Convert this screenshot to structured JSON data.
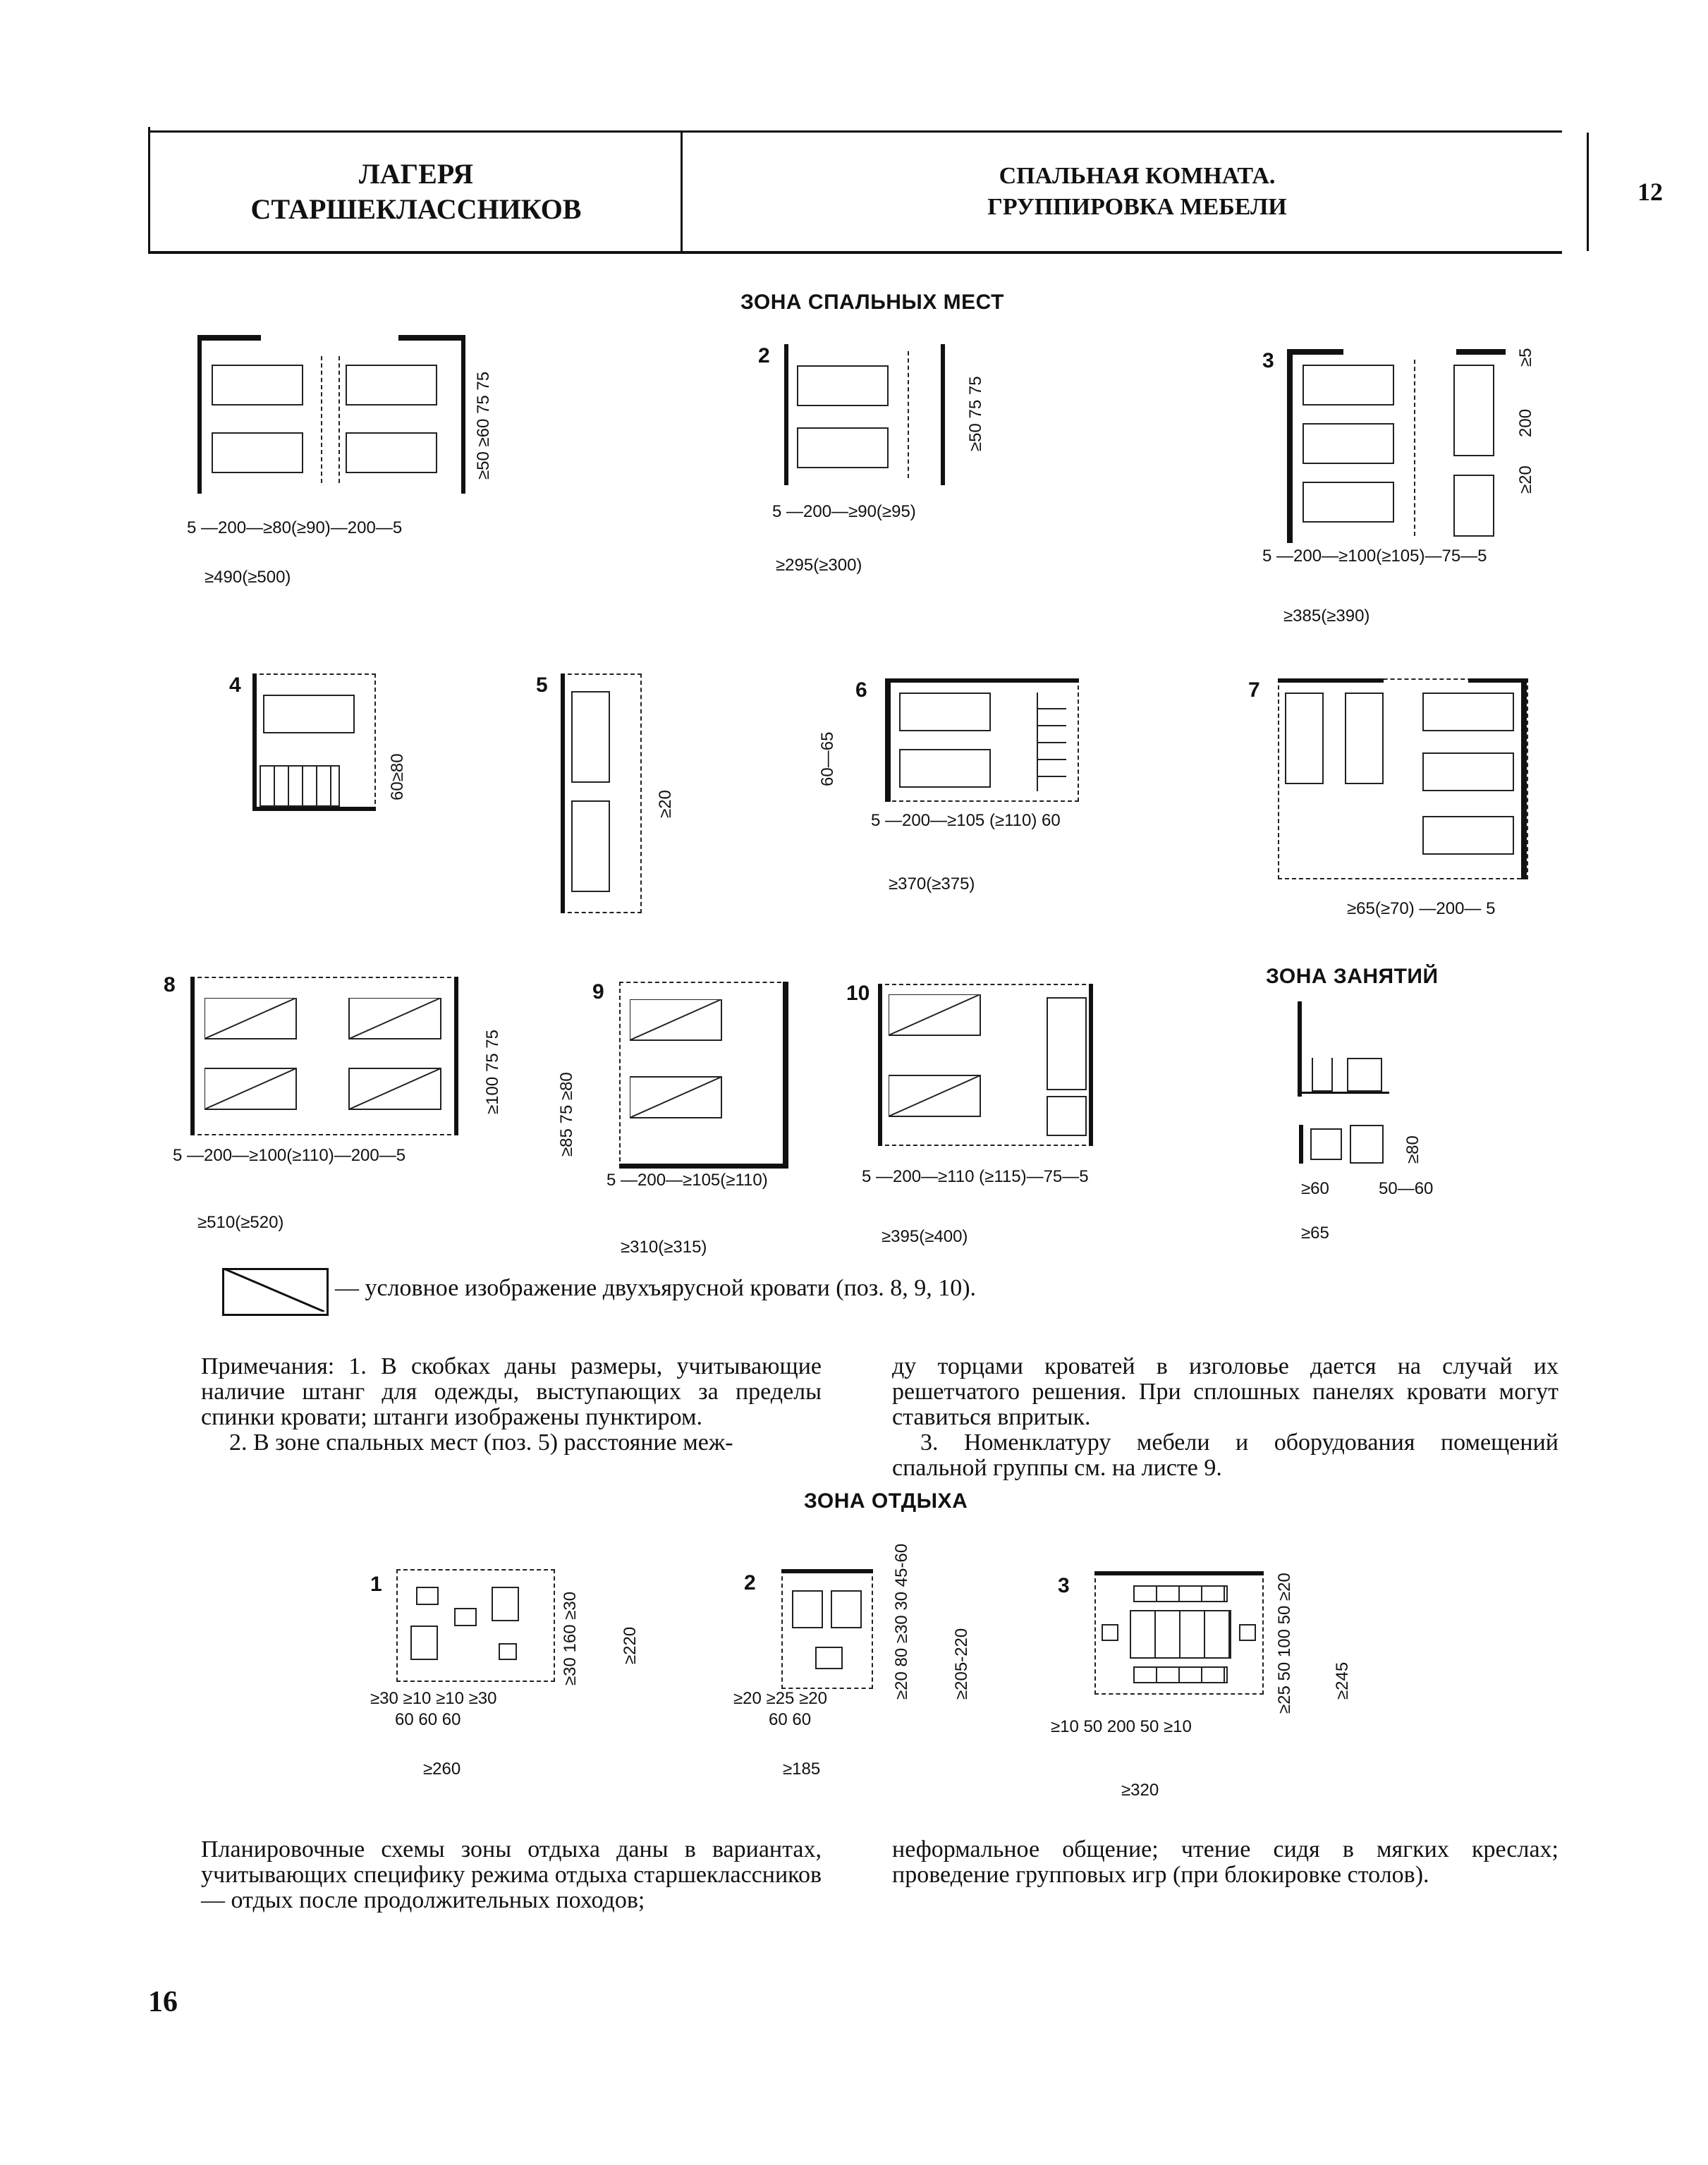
{
  "header": {
    "left_line1": "ЛАГЕРЯ",
    "left_line2": "СТАРШЕКЛАССНИКОВ",
    "mid_line1": "СПАЛЬНАЯ КОМНАТА.",
    "mid_line2": "ГРУППИРОВКА МЕБЕЛИ",
    "sheet_no": "12"
  },
  "sections": {
    "sleep": "ЗОНА СПАЛЬНЫХ МЕСТ",
    "study": "ЗОНА ЗАНЯТИЙ",
    "rest": "ЗОНА ОТДЫХА"
  },
  "fig_numbers": [
    "2",
    "3",
    "4",
    "5",
    "6",
    "7",
    "8",
    "9",
    "10",
    "1",
    "2",
    "3"
  ],
  "dims": {
    "f1_w": "5 —200—≥80(≥90)—200—5",
    "f1_tot": "≥490(≥500)",
    "f1_v": "≥50 ≥60 75 75",
    "f2_w": "5 —200—≥90(≥95)",
    "f2_tot": "≥295(≥300)",
    "f2_v": "≥50 75 75",
    "f3_w": "5 —200—≥100(≥105)—75—5",
    "f3_tot": "≥385(≥390)",
    "f3_v1": "≥5",
    "f3_v2": "200",
    "f3_v3": "≥20",
    "f4_v": "60≥80",
    "f5_v": "≥20",
    "f6_v": "60—65",
    "f6_w": "5 —200—≥105 (≥110) 60",
    "f6_tot": "≥370(≥375)",
    "f7_w": "≥65(≥70) —200— 5",
    "f8_w": "5 —200—≥100(≥110)—200—5",
    "f8_tot": "≥510(≥520)",
    "f8_v": "≥100 75 75",
    "f9_w": "5 —200—≥105(≥110)",
    "f9_tot": "≥310(≥315)",
    "f9_v": "≥85 75 ≥80",
    "f10_w": "5 —200—≥110 (≥115)—75—5",
    "f10_tot": "≥395(≥400)",
    "study_v": "≥80",
    "study_w1": "≥60",
    "study_w2": "50—60",
    "study_w3": "≥65",
    "r1_w": "≥30 ≥10 ≥10 ≥30",
    "r1_w2": "60 60 60",
    "r1_tot": "≥260",
    "r1_v": "≥30 160 ≥30",
    "r1_vtot": "≥220",
    "r2_w": "≥20 ≥25 ≥20",
    "r2_w2": "60 60",
    "r2_tot": "≥185",
    "r2_v": "≥20 80 ≥30 30 45-60",
    "r2_vtot": "≥205-220",
    "r3_w": "≥10 50 200 50 ≥10",
    "r3_tot": "≥320",
    "r3_v": "≥25 50 100 50 ≥20",
    "r3_vtot": "≥245"
  },
  "legend": "— условное изображение двухъярусной кровати (поз. 8, 9, 10).",
  "notes": {
    "col1": "Примечания: 1. В скобках даны размеры, учитывающие наличие штанг для одежды, выступающих за пределы спинки кровати; штанги изображены пунктиром.",
    "col1b": "2. В зоне спальных мест (поз. 5) расстояние меж-",
    "col2": "ду торцами кроватей в изголовье дается на случай их решетчатого решения. При сплошных панелях кровати могут ставиться впритык.",
    "col2b": "3. Номенклатуру мебели и оборудования помещений спальной группы см. на листе 9."
  },
  "bottom": {
    "col1": "Планировочные схемы зоны отдыха даны в вариантах, учитывающих специфику режима отдыха старшеклассников — отдых после продолжительных походов;",
    "col2": "неформальное общение; чтение сидя в мягких креслах; проведение групповых игр (при блокировке столов)."
  },
  "page_no": "16"
}
